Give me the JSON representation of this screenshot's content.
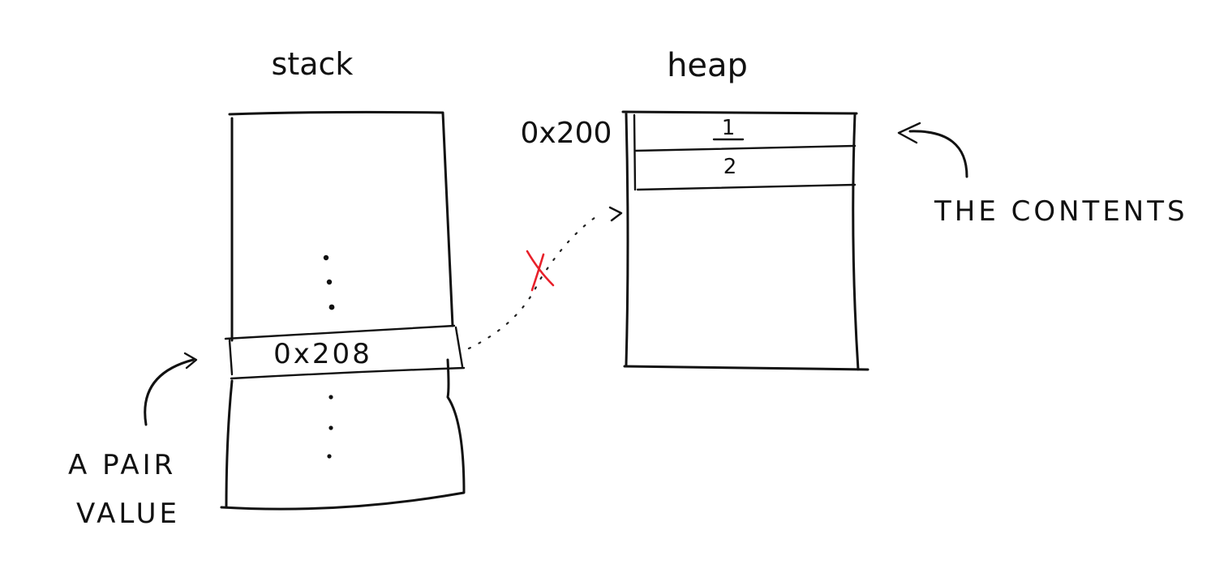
{
  "stack": {
    "title": "stack",
    "cell_value": "0x208"
  },
  "heap": {
    "title": "heap",
    "address": "0x200",
    "cells": [
      "1",
      "2"
    ]
  },
  "annotations": {
    "pair_label_line1": "A PAIR",
    "pair_label_line2": "VALUE",
    "contents_label": "THE CONTENTS"
  },
  "colors": {
    "ink": "#111111",
    "invalid_mark": "#e8202a"
  }
}
